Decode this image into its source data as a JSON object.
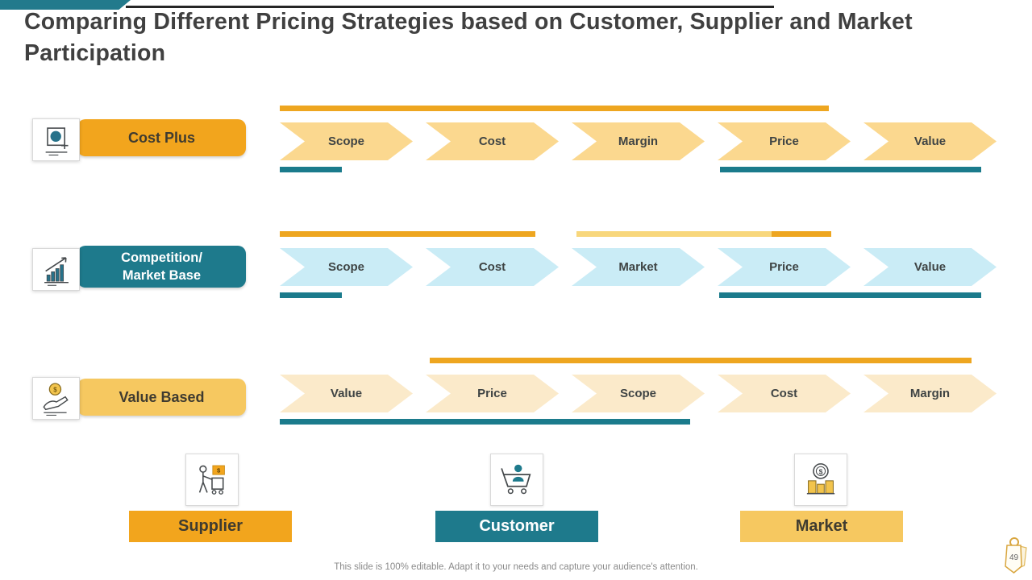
{
  "slide": {
    "title": "Comparing Different Pricing Strategies based on Customer, Supplier and Market Participation",
    "footer": "This slide is 100% editable. Adapt it to your needs and capture your audience's attention.",
    "page_number": "49"
  },
  "colors": {
    "orange": "#F2A51D",
    "teal": "#1E7A8C",
    "gold": "#F6C860",
    "chevron_gold": "#FBD88F",
    "chevron_blue": "#CAECF6",
    "chevron_cream": "#FBEACA",
    "bar_orange": "#EEA620",
    "bar_light_yellow": "#F8D77C",
    "bar_teal": "#1B7B8C",
    "title_text": "#404040"
  },
  "rows": [
    {
      "label": "Cost Plus",
      "icon": "cost-plus-icon",
      "steps": [
        "Scope",
        "Cost",
        "Margin",
        "Price",
        "Value"
      ]
    },
    {
      "label": "Competition/\nMarket Base",
      "icon": "market-growth-icon",
      "steps": [
        "Scope",
        "Cost",
        "Market",
        "Price",
        "Value"
      ]
    },
    {
      "label": "Value Based",
      "icon": "hand-coin-icon",
      "steps": [
        "Value",
        "Price",
        "Scope",
        "Cost",
        "Margin"
      ]
    }
  ],
  "participants": [
    {
      "label": "Supplier",
      "icon": "supplier-cart-icon"
    },
    {
      "label": "Customer",
      "icon": "customer-cart-icon"
    },
    {
      "label": "Market",
      "icon": "money-stack-icon"
    }
  ],
  "icons": {
    "dollar_glyph": "$"
  }
}
